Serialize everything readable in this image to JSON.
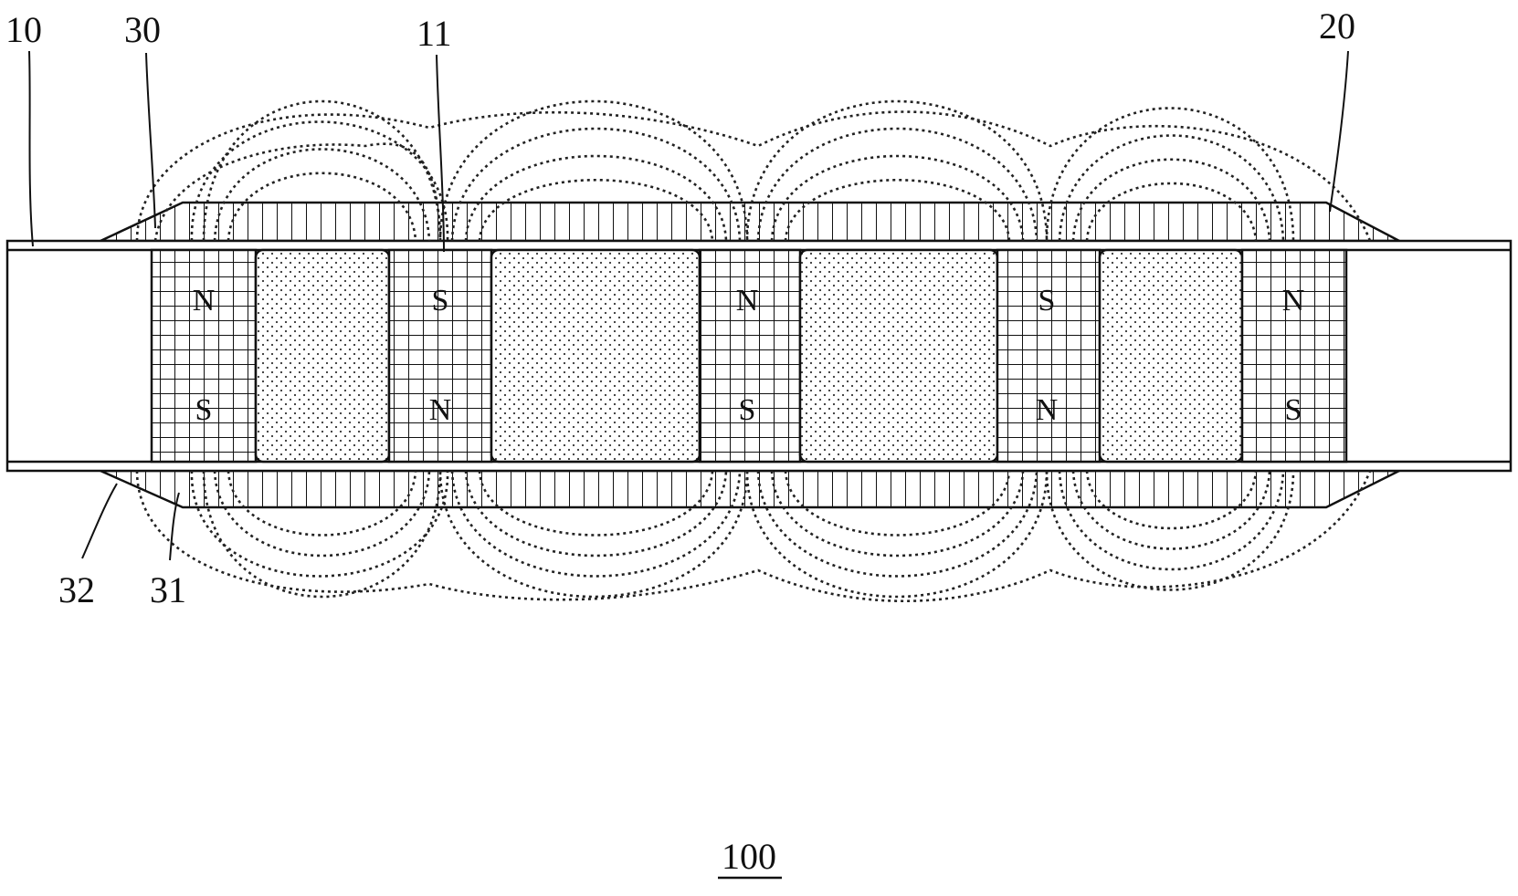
{
  "reference_numerals": {
    "tube": "10",
    "coil": "20",
    "sleeve": "30",
    "magnet": "11",
    "sleeve_taper": "31",
    "sleeve_end": "32"
  },
  "figure_label": "100",
  "magnets": [
    {
      "top": "N",
      "bottom": "S"
    },
    {
      "top": "S",
      "bottom": "N"
    },
    {
      "top": "N",
      "bottom": "S"
    },
    {
      "top": "S",
      "bottom": "N"
    },
    {
      "top": "N",
      "bottom": "S"
    }
  ],
  "colors": {
    "line": "#111111",
    "background": "#ffffff"
  }
}
